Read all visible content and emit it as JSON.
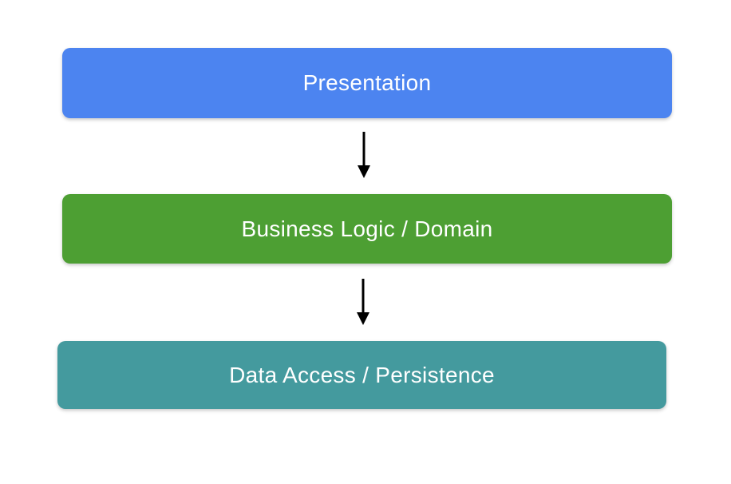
{
  "diagram": {
    "type": "layered-architecture",
    "background_color": "#FFFFFF",
    "text_color": "#FFFFFF",
    "arrow_color": "#000000",
    "layers": [
      {
        "id": "presentation",
        "label": "Presentation",
        "color": "#4C84F0"
      },
      {
        "id": "business-logic",
        "label": "Business Logic / Domain",
        "color": "#4D9F33"
      },
      {
        "id": "data-access",
        "label": "Data Access / Persistence",
        "color": "#449A9E"
      }
    ],
    "connectors": [
      {
        "from": "presentation",
        "to": "business-logic",
        "direction": "down"
      },
      {
        "from": "business-logic",
        "to": "data-access",
        "direction": "down"
      }
    ]
  }
}
